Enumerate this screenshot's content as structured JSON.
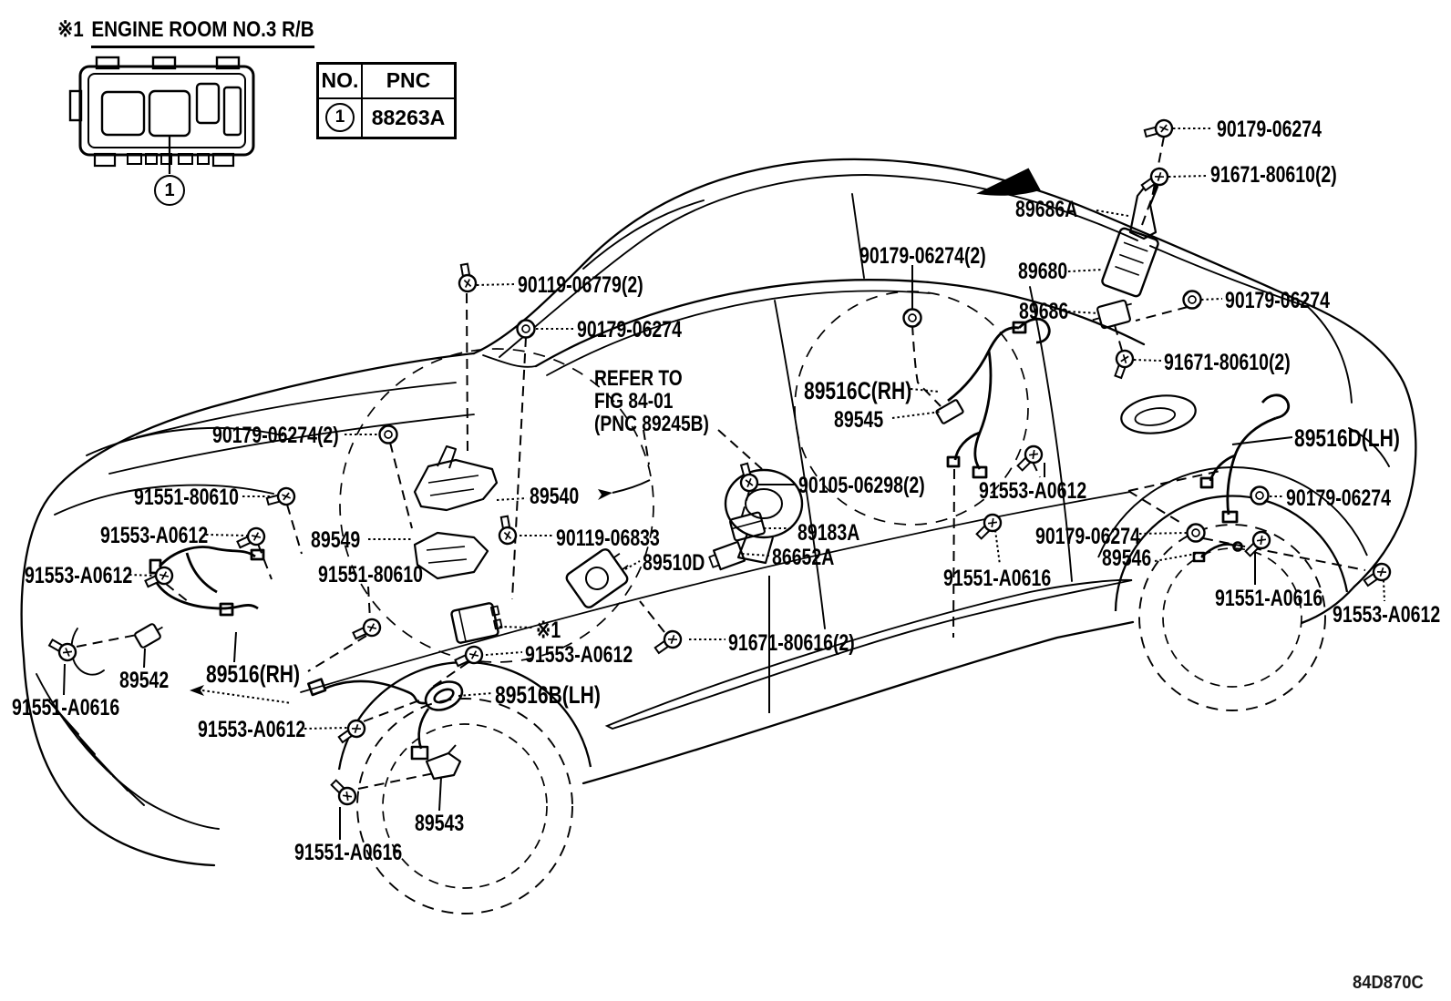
{
  "header": {
    "note_prefix": "※1",
    "note_title": "ENGINE ROOM NO.3 R/B"
  },
  "pnc_table": {
    "headers": {
      "no": "NO.",
      "pnc": "PNC"
    },
    "rows": [
      {
        "no": "1",
        "pnc": "88263A"
      }
    ]
  },
  "fusebox": {
    "callout_no": "1"
  },
  "refer_note": {
    "line1": "REFER TO",
    "line2": "FIG 84-01",
    "line3": "(PNC 89245B)"
  },
  "footer": {
    "diagram_code": "84D870C"
  },
  "callouts": [
    {
      "id": "c0",
      "text": "90179-06274"
    },
    {
      "id": "c1",
      "text": "91671-80610(2)"
    },
    {
      "id": "c2",
      "text": "89686A"
    },
    {
      "id": "c3",
      "text": "89680"
    },
    {
      "id": "c4",
      "text": "89686"
    },
    {
      "id": "c5",
      "text": "90179-06274"
    },
    {
      "id": "c6",
      "text": "91671-80610(2)"
    },
    {
      "id": "c7",
      "text": "90179-06274(2)"
    },
    {
      "id": "c8",
      "text": "90119-06779(2)"
    },
    {
      "id": "c9",
      "text": "90179-06274"
    },
    {
      "id": "c10",
      "text": "89516C(RH)"
    },
    {
      "id": "c11",
      "text": "89545"
    },
    {
      "id": "c12",
      "text": "89516D(LH)"
    },
    {
      "id": "c13",
      "text": "90179-06274"
    },
    {
      "id": "c14",
      "text": "90105-06298(2)"
    },
    {
      "id": "c15",
      "text": "91553-A0612"
    },
    {
      "id": "c16",
      "text": "90179-06274"
    },
    {
      "id": "c17",
      "text": "89546"
    },
    {
      "id": "c18",
      "text": "91551-A0616"
    },
    {
      "id": "c19",
      "text": "91551-A0616"
    },
    {
      "id": "c20",
      "text": "91553-A0612"
    },
    {
      "id": "c21",
      "text": "90179-06274(2)"
    },
    {
      "id": "c22",
      "text": "91551-80610"
    },
    {
      "id": "c23",
      "text": "91553-A0612"
    },
    {
      "id": "c24",
      "text": "89549"
    },
    {
      "id": "c25",
      "text": "91553-A0612"
    },
    {
      "id": "c26",
      "text": "91551-80610"
    },
    {
      "id": "c27",
      "text": "89540"
    },
    {
      "id": "c28",
      "text": "90119-06833"
    },
    {
      "id": "c29",
      "text": "89183A"
    },
    {
      "id": "c30",
      "text": "86652A"
    },
    {
      "id": "c31",
      "text": "89510D"
    },
    {
      "id": "c32",
      "text": "89542"
    },
    {
      "id": "c33",
      "text": "89516(RH)"
    },
    {
      "id": "c34",
      "text": "91551-A0616"
    },
    {
      "id": "c35",
      "text": "91553-A0612"
    },
    {
      "id": "c36",
      "text": "※1"
    },
    {
      "id": "c37",
      "text": "91671-80616(2)"
    },
    {
      "id": "c38",
      "text": "91553-A0612"
    },
    {
      "id": "c39",
      "text": "89516B(LH)"
    },
    {
      "id": "c40",
      "text": "89543"
    },
    {
      "id": "c41",
      "text": "91551-A0616"
    }
  ]
}
